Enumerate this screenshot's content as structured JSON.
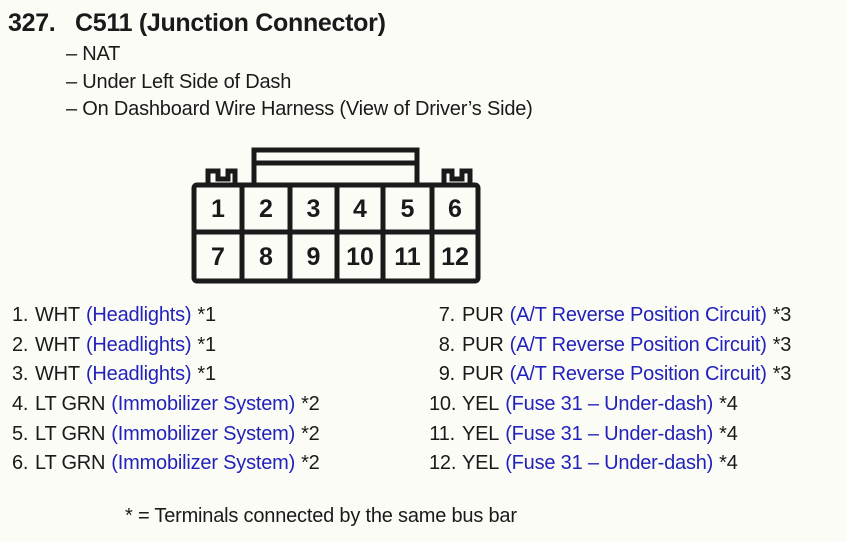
{
  "page": {
    "background": "#fcfcf7",
    "text_color": "#1a1a1a",
    "accent_blue": "#2222bb"
  },
  "header": {
    "index": "327.",
    "title": "C511 (Junction Connector)",
    "details": [
      "– NAT",
      "– Under Left Side of Dash",
      "– On Dashboard Wire Harness (View of Driver’s Side)"
    ]
  },
  "connector": {
    "rows": 2,
    "columns": 6,
    "pins_top": [
      "1",
      "2",
      "3",
      "4",
      "5",
      "6"
    ],
    "pins_bottom": [
      "7",
      "8",
      "9",
      "10",
      "11",
      "12"
    ]
  },
  "pin_list": {
    "left": [
      {
        "num": "1.",
        "wire": "WHT",
        "circuit": "(Headlights)",
        "ref": "*1"
      },
      {
        "num": "2.",
        "wire": "WHT",
        "circuit": "(Headlights)",
        "ref": "*1"
      },
      {
        "num": "3.",
        "wire": "WHT",
        "circuit": "(Headlights)",
        "ref": "*1"
      },
      {
        "num": "4.",
        "wire": "LT GRN",
        "circuit": "(Immobilizer System)",
        "ref": "*2"
      },
      {
        "num": "5.",
        "wire": "LT GRN",
        "circuit": "(Immobilizer System)",
        "ref": "*2"
      },
      {
        "num": "6.",
        "wire": "LT GRN",
        "circuit": "(Immobilizer System)",
        "ref": "*2"
      }
    ],
    "right": [
      {
        "num": "7.",
        "wire": "PUR",
        "circuit": "(A/T Reverse Position Circuit)",
        "ref": "*3"
      },
      {
        "num": "8.",
        "wire": "PUR",
        "circuit": "(A/T Reverse Position Circuit)",
        "ref": "*3"
      },
      {
        "num": "9.",
        "wire": "PUR",
        "circuit": "(A/T Reverse Position Circuit)",
        "ref": "*3"
      },
      {
        "num": "10.",
        "wire": "YEL",
        "circuit": "(Fuse 31 – Under-dash)",
        "ref": "*4"
      },
      {
        "num": "11.",
        "wire": "YEL",
        "circuit": "(Fuse 31 – Under-dash)",
        "ref": "*4"
      },
      {
        "num": "12.",
        "wire": "YEL",
        "circuit": "(Fuse 31 – Under-dash)",
        "ref": "*4"
      }
    ]
  },
  "footnote": "* = Terminals connected by the same bus bar"
}
